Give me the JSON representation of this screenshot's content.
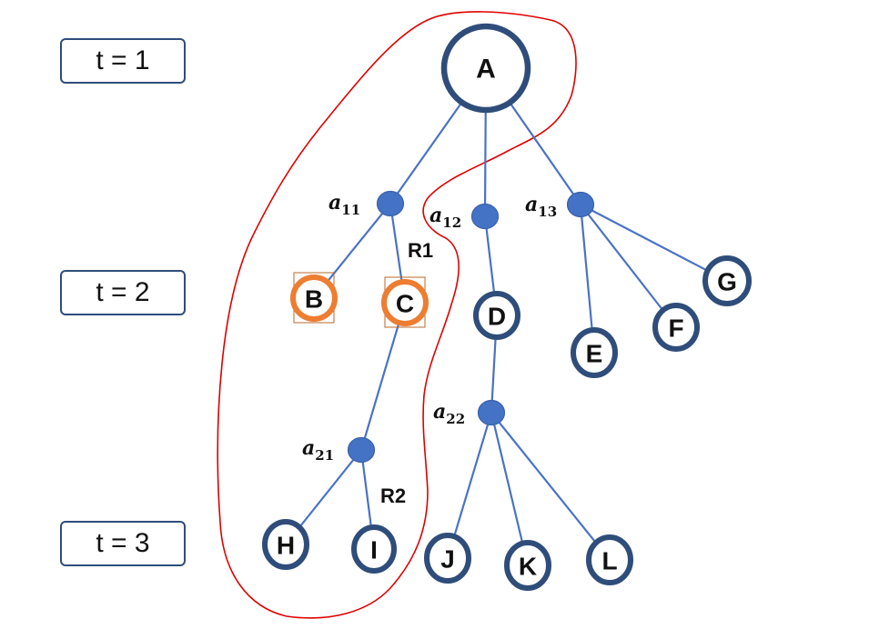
{
  "time_steps": [
    {
      "label": "t = 1"
    },
    {
      "label": "t = 2"
    },
    {
      "label": "t = 3"
    }
  ],
  "nodes": [
    {
      "id": "A",
      "label": "A",
      "kind": "root"
    },
    {
      "id": "B",
      "label": "B",
      "kind": "highlight"
    },
    {
      "id": "C",
      "label": "C",
      "kind": "highlight"
    },
    {
      "id": "D",
      "label": "D",
      "kind": "state"
    },
    {
      "id": "E",
      "label": "E",
      "kind": "state"
    },
    {
      "id": "F",
      "label": "F",
      "kind": "state"
    },
    {
      "id": "G",
      "label": "G",
      "kind": "state"
    },
    {
      "id": "H",
      "label": "H",
      "kind": "state"
    },
    {
      "id": "I",
      "label": "I",
      "kind": "state"
    },
    {
      "id": "J",
      "label": "J",
      "kind": "state"
    },
    {
      "id": "K",
      "label": "K",
      "kind": "state"
    },
    {
      "id": "L",
      "label": "L",
      "kind": "state"
    }
  ],
  "actions": [
    {
      "id": "a11",
      "base": "a",
      "sub": "11"
    },
    {
      "id": "a12",
      "base": "a",
      "sub": "12"
    },
    {
      "id": "a13",
      "base": "a",
      "sub": "13"
    },
    {
      "id": "a21",
      "base": "a",
      "sub": "21"
    },
    {
      "id": "a22",
      "base": "a",
      "sub": "22"
    }
  ],
  "edges": [
    [
      "A",
      "a11"
    ],
    [
      "A",
      "a12"
    ],
    [
      "A",
      "a13"
    ],
    [
      "a11",
      "B"
    ],
    [
      "a11",
      "C"
    ],
    [
      "a12",
      "D"
    ],
    [
      "a13",
      "E"
    ],
    [
      "a13",
      "F"
    ],
    [
      "a13",
      "G"
    ],
    [
      "C",
      "a21"
    ],
    [
      "a21",
      "H"
    ],
    [
      "a21",
      "I"
    ],
    [
      "D",
      "a22"
    ],
    [
      "a22",
      "J"
    ],
    [
      "a22",
      "K"
    ],
    [
      "a22",
      "L"
    ]
  ],
  "edge_labels": [
    {
      "text": "R1"
    },
    {
      "text": "R2"
    }
  ],
  "colors": {
    "node_border": "#2f4d7a",
    "edge": "#4a72c4",
    "action_fill": "#4472c4",
    "highlight": "#ed7d31",
    "selection_box": "#b8692b",
    "outline": "#e00000"
  }
}
